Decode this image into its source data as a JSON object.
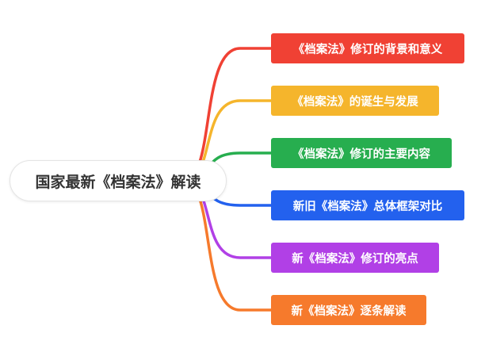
{
  "root": {
    "label": "国家最新《档案法》解读"
  },
  "branches": [
    {
      "label": "《档案法》修订的背景和意义",
      "color": "#f04134"
    },
    {
      "label": "《档案法》的诞生与发展",
      "color": "#f5b52c"
    },
    {
      "label": "《档案法》修订的主要内容",
      "color": "#27ae4f"
    },
    {
      "label": "新旧《档案法》总体框架对比",
      "color": "#2361ee"
    },
    {
      "label": "新《档案法》修订的亮点",
      "color": "#b140e6"
    },
    {
      "label": "新《档案法》逐条解读",
      "color": "#f67a2c"
    }
  ]
}
